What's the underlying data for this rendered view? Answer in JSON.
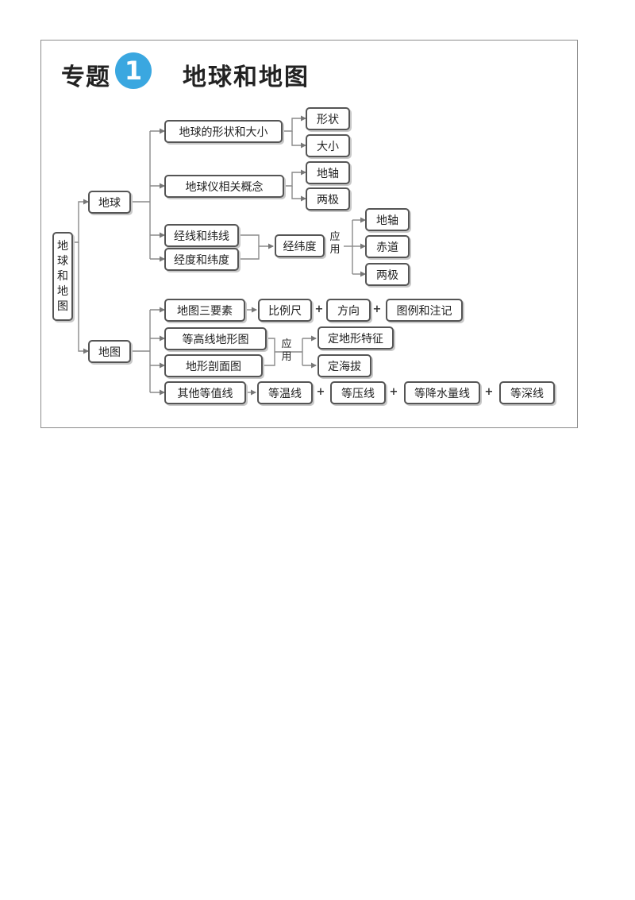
{
  "title": {
    "prefix": "专题",
    "number": "1",
    "text": "地球和地图"
  },
  "root": [
    "地",
    "球",
    "和",
    "地",
    "图"
  ],
  "earth": {
    "label": "地球",
    "shape_size": "地球的形状和大小",
    "shape": "形状",
    "size": "大小",
    "globe_concepts": "地球仪相关概念",
    "axis": "地轴",
    "poles": "两极",
    "meridians_parallels": "经线和纬线",
    "longitude_latitude": "经度和纬度",
    "lat_long": "经纬度",
    "apply": [
      "应",
      "用"
    ],
    "app_axis": "地轴",
    "equator": "赤道",
    "app_poles": "两极"
  },
  "map": {
    "label": "地图",
    "three_elements": "地图三要素",
    "scale": "比例尺",
    "direction": "方向",
    "legend_notes": "图例和注记",
    "contour_map": "等高线地形图",
    "profile_map": "地形剖面图",
    "apply": [
      "应",
      "用"
    ],
    "terrain_features": "定地形特征",
    "altitude": "定海拔",
    "other_isolines": "其他等值线",
    "isotherm": "等温线",
    "isobar": "等压线",
    "isohyet": "等降水量线",
    "isobath": "等深线",
    "plus": "+"
  }
}
